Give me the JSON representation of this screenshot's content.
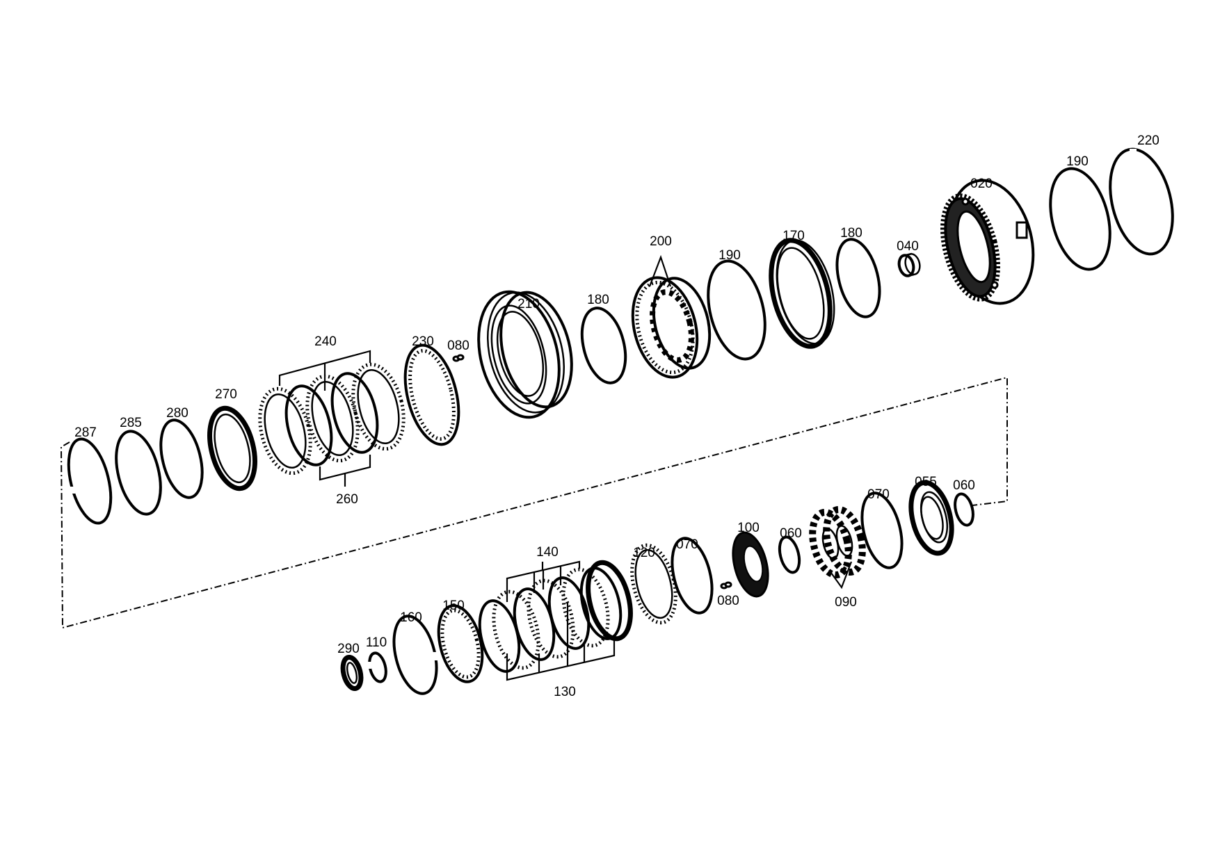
{
  "labels": {
    "p287": "287",
    "p285": "285",
    "p280": "280",
    "p270": "270",
    "p240": "240",
    "p260": "260",
    "p230": "230",
    "p080a": "080",
    "p210": "210",
    "p180a": "180",
    "p200": "200",
    "p190a": "190",
    "p170": "170",
    "p180b": "180",
    "p040": "040",
    "p020": "020",
    "p190b": "190",
    "p220": "220",
    "p290": "290",
    "p110": "110",
    "p160": "160",
    "p150": "150",
    "p140": "140",
    "p130": "130",
    "p120": "120",
    "p070a": "070",
    "p080b": "080",
    "p100": "100",
    "p060a": "060",
    "p090": "090",
    "p070b": "070",
    "p055": "055",
    "p060b": "060"
  }
}
